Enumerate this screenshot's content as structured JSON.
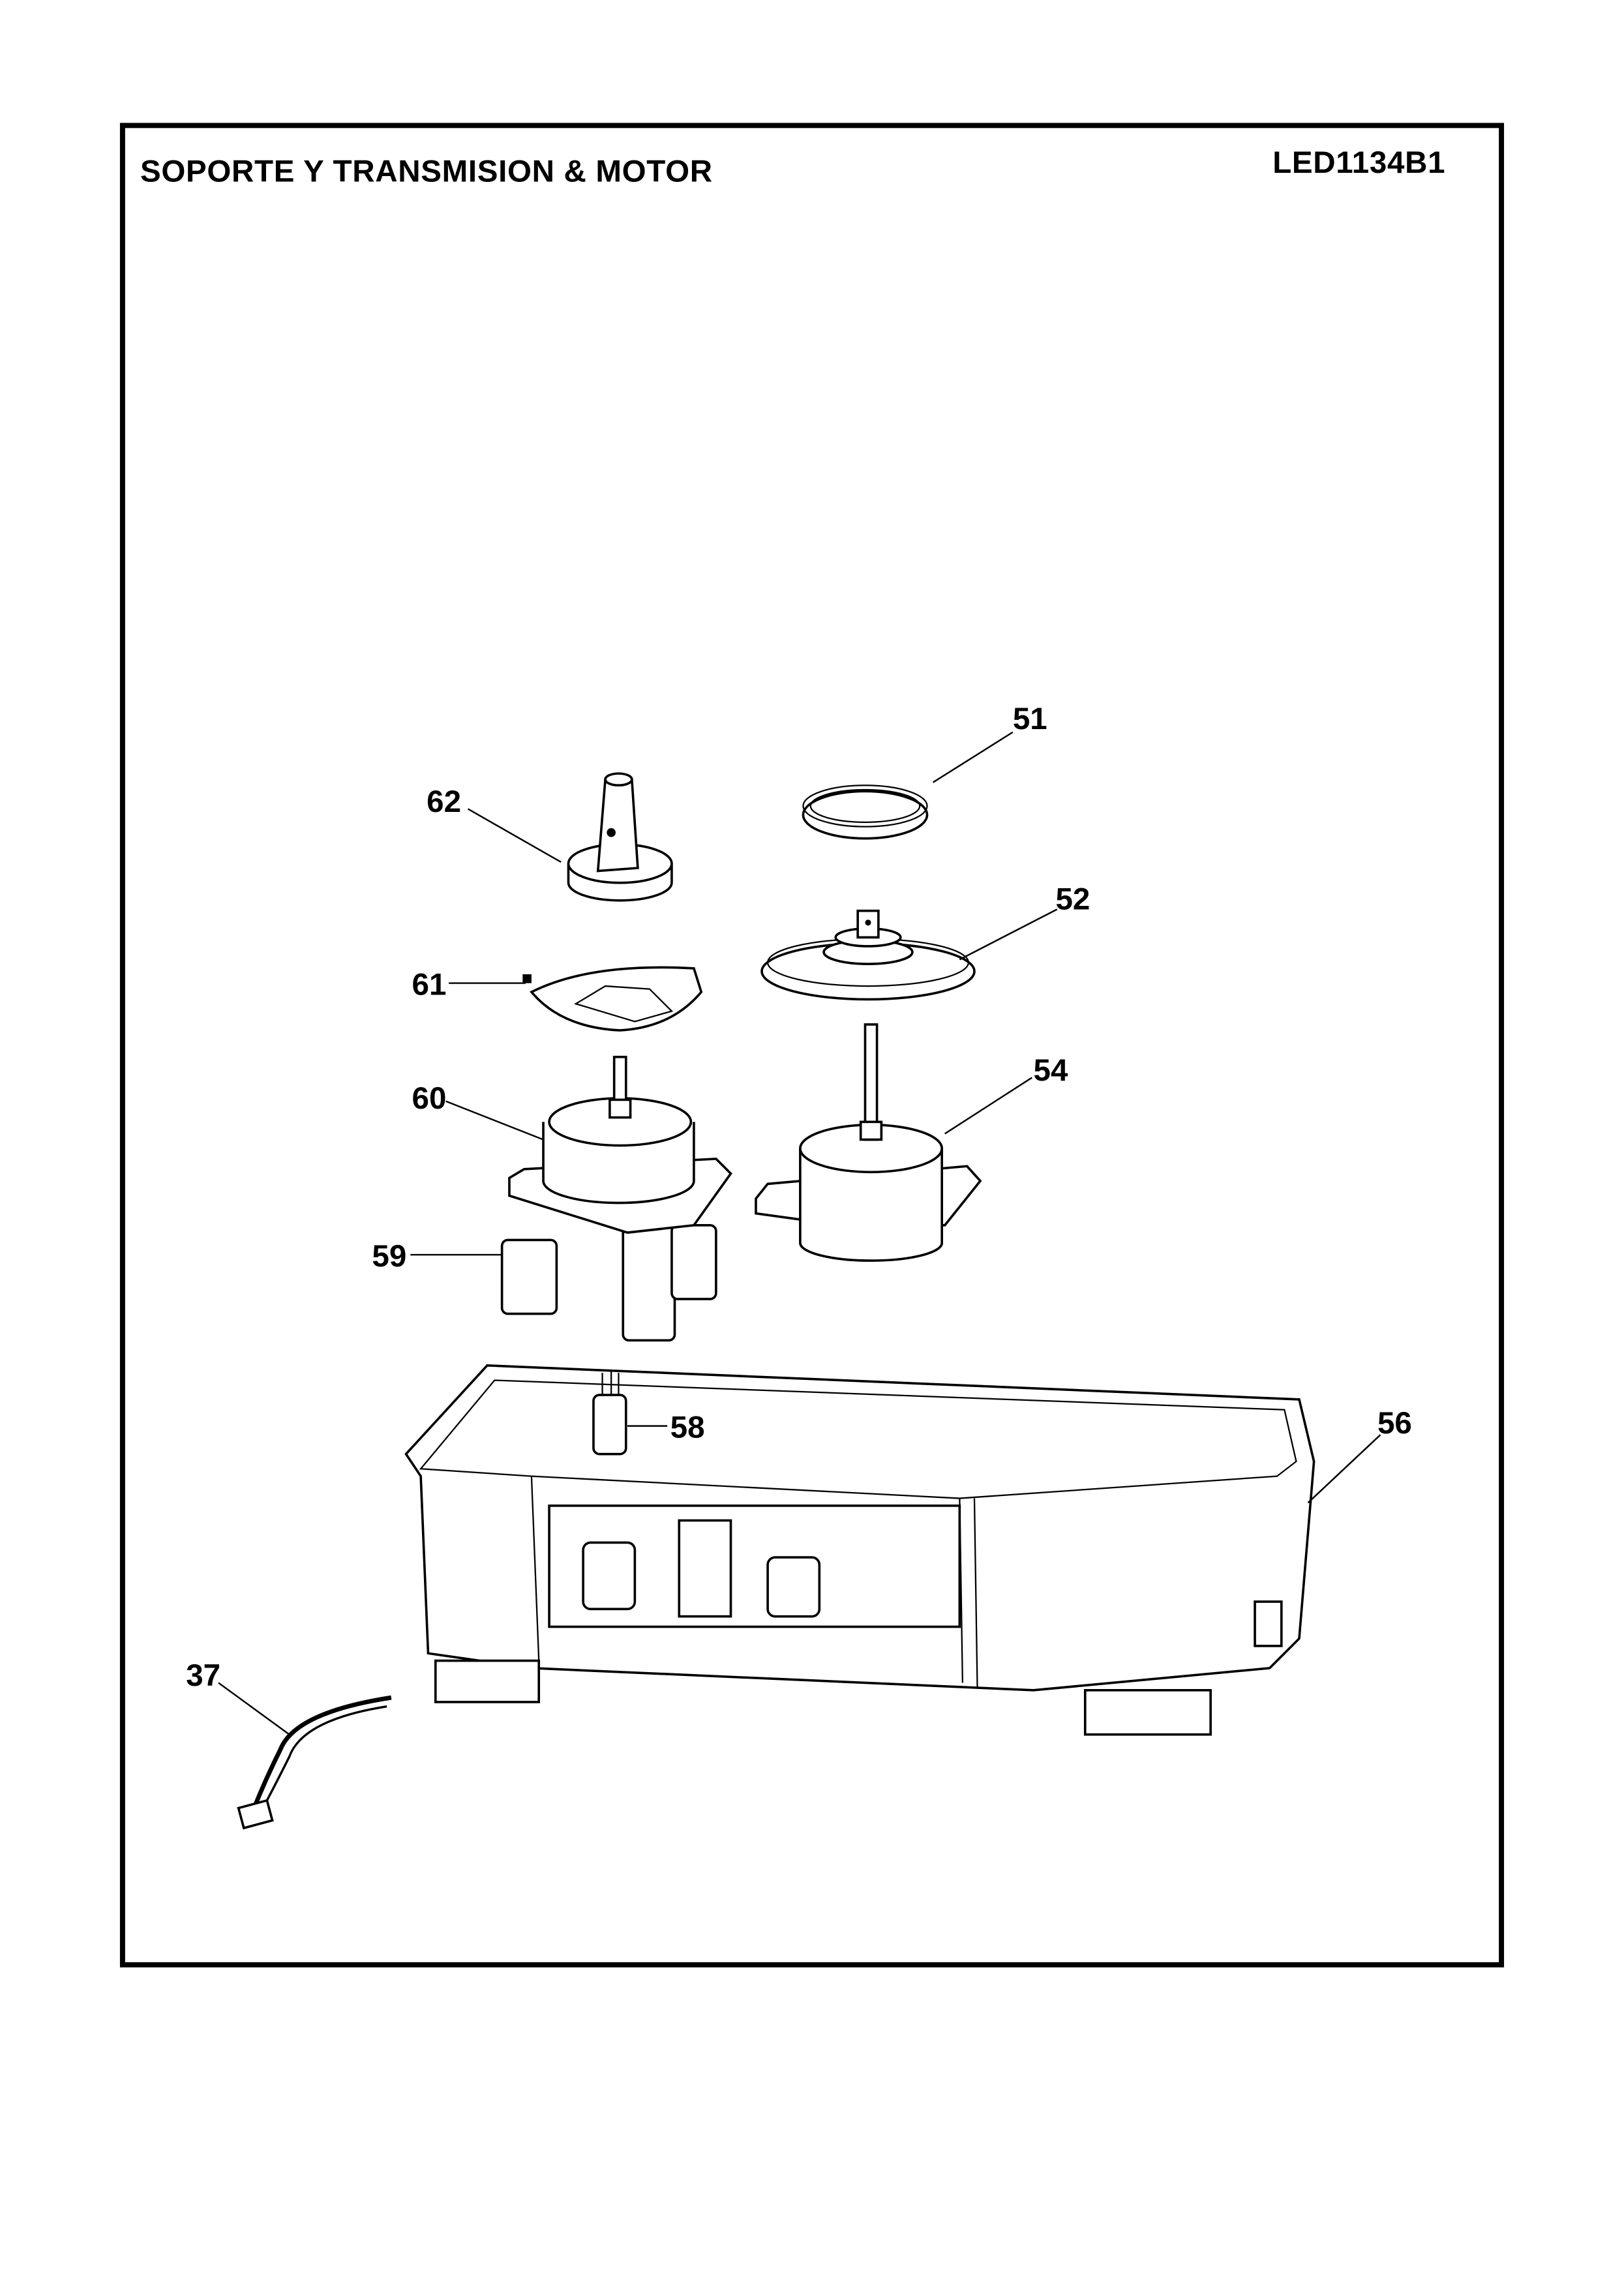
{
  "header": {
    "title": "SOPORTE Y TRANSMISION & MOTOR",
    "model": "LED1134B1"
  },
  "parts": [
    {
      "id": "51",
      "label": "51"
    },
    {
      "id": "62",
      "label": "62"
    },
    {
      "id": "52",
      "label": "52"
    },
    {
      "id": "61",
      "label": "61"
    },
    {
      "id": "54",
      "label": "54"
    },
    {
      "id": "60",
      "label": "60"
    },
    {
      "id": "59",
      "label": "59"
    },
    {
      "id": "58",
      "label": "58"
    },
    {
      "id": "56",
      "label": "56"
    },
    {
      "id": "37",
      "label": "37"
    }
  ]
}
